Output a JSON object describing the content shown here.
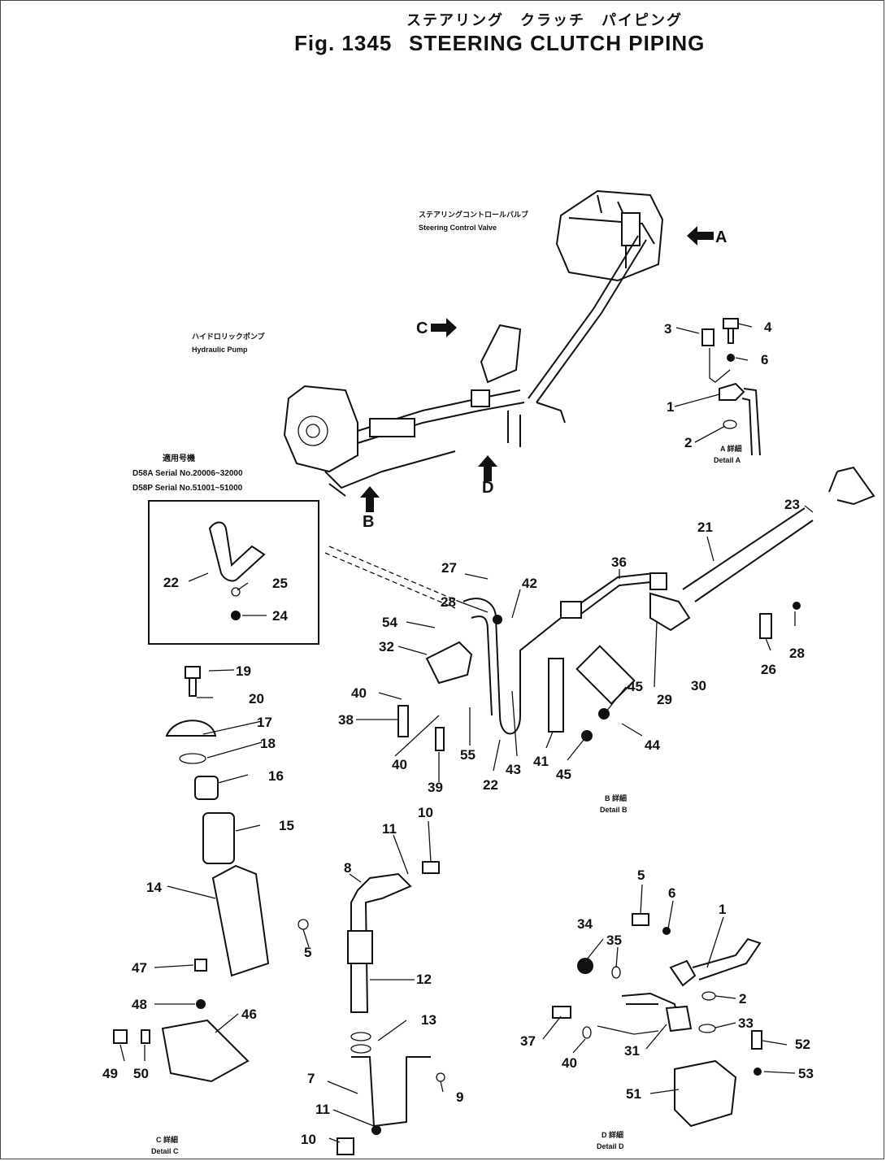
{
  "header": {
    "title_jp": "ステアリング　クラッチ　パイピング",
    "fig_label": "Fig. 1345",
    "title_en": "STEERING CLUTCH PIPING"
  },
  "notes": {
    "valve_jp": "ステアリングコントロールバルブ",
    "valve_en": "Steering Control Valve",
    "pump_jp": "ハイドロリックポンプ",
    "pump_en": "Hydraulic Pump",
    "serial_jp": "適用号機",
    "serial_d58a": "D58A Serial No.20006~32000",
    "serial_d58p": "D58P Serial No.51001~51000"
  },
  "view_arrows": {
    "a": "A",
    "b": "B",
    "c": "C",
    "d": "D"
  },
  "details": {
    "a_jp": "A 詳細",
    "a_en": "Detail A",
    "b_jp": "B 詳細",
    "b_en": "Detail B",
    "c_jp": "C 詳細",
    "c_en": "Detail C",
    "d_jp": "D 詳細",
    "d_en": "Detail D"
  },
  "callouts": [
    {
      "id": "c3",
      "label": "3"
    },
    {
      "id": "c4",
      "label": "4"
    },
    {
      "id": "c6",
      "label": "6"
    },
    {
      "id": "c1a",
      "label": "1"
    },
    {
      "id": "c2a",
      "label": "2"
    },
    {
      "id": "c23",
      "label": "23"
    },
    {
      "id": "c21",
      "label": "21"
    },
    {
      "id": "c22a",
      "label": "22"
    },
    {
      "id": "c25",
      "label": "25"
    },
    {
      "id": "c24",
      "label": "24"
    },
    {
      "id": "c27",
      "label": "27"
    },
    {
      "id": "c42",
      "label": "42"
    },
    {
      "id": "c36",
      "label": "36"
    },
    {
      "id": "c28a",
      "label": "28"
    },
    {
      "id": "c54",
      "label": "54"
    },
    {
      "id": "c32",
      "label": "32"
    },
    {
      "id": "c26",
      "label": "26"
    },
    {
      "id": "c28b",
      "label": "28"
    },
    {
      "id": "c30",
      "label": "30"
    },
    {
      "id": "c29",
      "label": "29"
    },
    {
      "id": "c45a",
      "label": "45"
    },
    {
      "id": "c44",
      "label": "44"
    },
    {
      "id": "c45b",
      "label": "45"
    },
    {
      "id": "c41",
      "label": "41"
    },
    {
      "id": "c43",
      "label": "43"
    },
    {
      "id": "c22b",
      "label": "22"
    },
    {
      "id": "c55",
      "label": "55"
    },
    {
      "id": "c40a",
      "label": "40"
    },
    {
      "id": "c38",
      "label": "38"
    },
    {
      "id": "c40b",
      "label": "40"
    },
    {
      "id": "c39",
      "label": "39"
    },
    {
      "id": "c19",
      "label": "19"
    },
    {
      "id": "c20",
      "label": "20"
    },
    {
      "id": "c17",
      "label": "17"
    },
    {
      "id": "c18",
      "label": "18"
    },
    {
      "id": "c16",
      "label": "16"
    },
    {
      "id": "c15",
      "label": "15"
    },
    {
      "id": "c14",
      "label": "14"
    },
    {
      "id": "c10a",
      "label": "10"
    },
    {
      "id": "c11a",
      "label": "11"
    },
    {
      "id": "c8",
      "label": "8"
    },
    {
      "id": "c5a",
      "label": "5"
    },
    {
      "id": "c12",
      "label": "12"
    },
    {
      "id": "c13",
      "label": "13"
    },
    {
      "id": "c9",
      "label": "9"
    },
    {
      "id": "c7",
      "label": "7"
    },
    {
      "id": "c11b",
      "label": "11"
    },
    {
      "id": "c10b",
      "label": "10"
    },
    {
      "id": "c47",
      "label": "47"
    },
    {
      "id": "c48",
      "label": "48"
    },
    {
      "id": "c46",
      "label": "46"
    },
    {
      "id": "c49",
      "label": "49"
    },
    {
      "id": "c50",
      "label": "50"
    },
    {
      "id": "c5b",
      "label": "5"
    },
    {
      "id": "c6b",
      "label": "6"
    },
    {
      "id": "c1d",
      "label": "1"
    },
    {
      "id": "c34",
      "label": "34"
    },
    {
      "id": "c35",
      "label": "35"
    },
    {
      "id": "c2d",
      "label": "2"
    },
    {
      "id": "c33",
      "label": "33"
    },
    {
      "id": "c37",
      "label": "37"
    },
    {
      "id": "c40d",
      "label": "40"
    },
    {
      "id": "c31",
      "label": "31"
    },
    {
      "id": "c52",
      "label": "52"
    },
    {
      "id": "c53",
      "label": "53"
    },
    {
      "id": "c51",
      "label": "51"
    }
  ]
}
